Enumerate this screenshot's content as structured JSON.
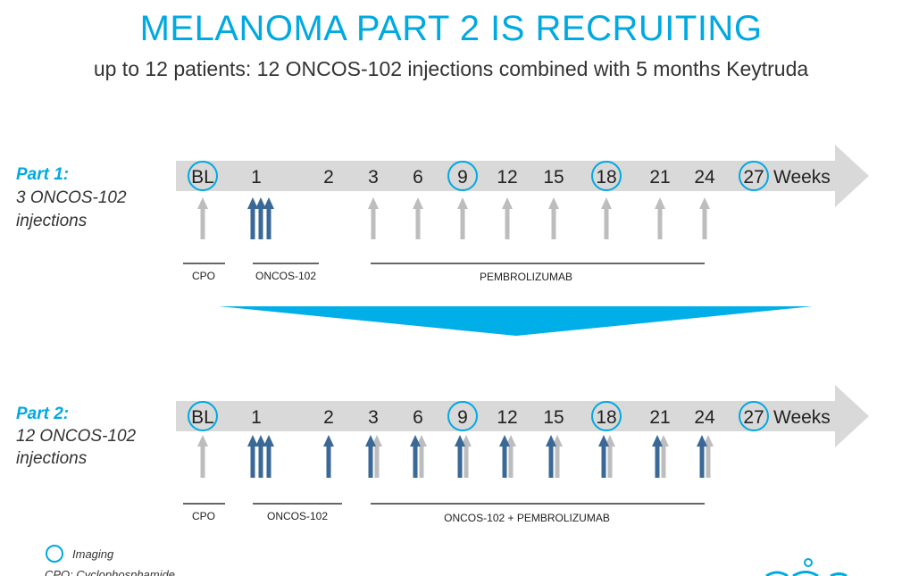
{
  "title": "MELANOMA PART 2 IS RECRUITING",
  "subtitle": "up to 12 patients: 12 ONCOS-102 injections combined with 5 months Keytruda",
  "weeks_label": "Weeks",
  "week_ticks": [
    "BL",
    "1",
    "2",
    "3",
    "6",
    "9",
    "12",
    "15",
    "18",
    "21",
    "24",
    "27"
  ],
  "imaging_ticks": [
    "BL",
    "9",
    "18",
    "27"
  ],
  "part1": {
    "heading": "Part 1:",
    "line1": "3 ONCOS-102",
    "line2": "injections",
    "phases": [
      "CPO",
      "ONCOS-102",
      "PEMBROLIZUMAB"
    ]
  },
  "part2": {
    "heading": "Part 2:",
    "line1": "12 ONCOS-102",
    "line2": "injections",
    "phases": [
      "CPO",
      "ONCOS-102",
      "ONCOS-102 + PEMBROLIZUMAB"
    ]
  },
  "legend": {
    "imaging": "Imaging",
    "footnote": "CPO: Cyclophosphamide"
  },
  "colors": {
    "accent": "#00a9e0",
    "dark_arrow": "#3a6897",
    "grey_arrow": "#bdbdbd",
    "timeline_band": "#d9d9d9"
  }
}
